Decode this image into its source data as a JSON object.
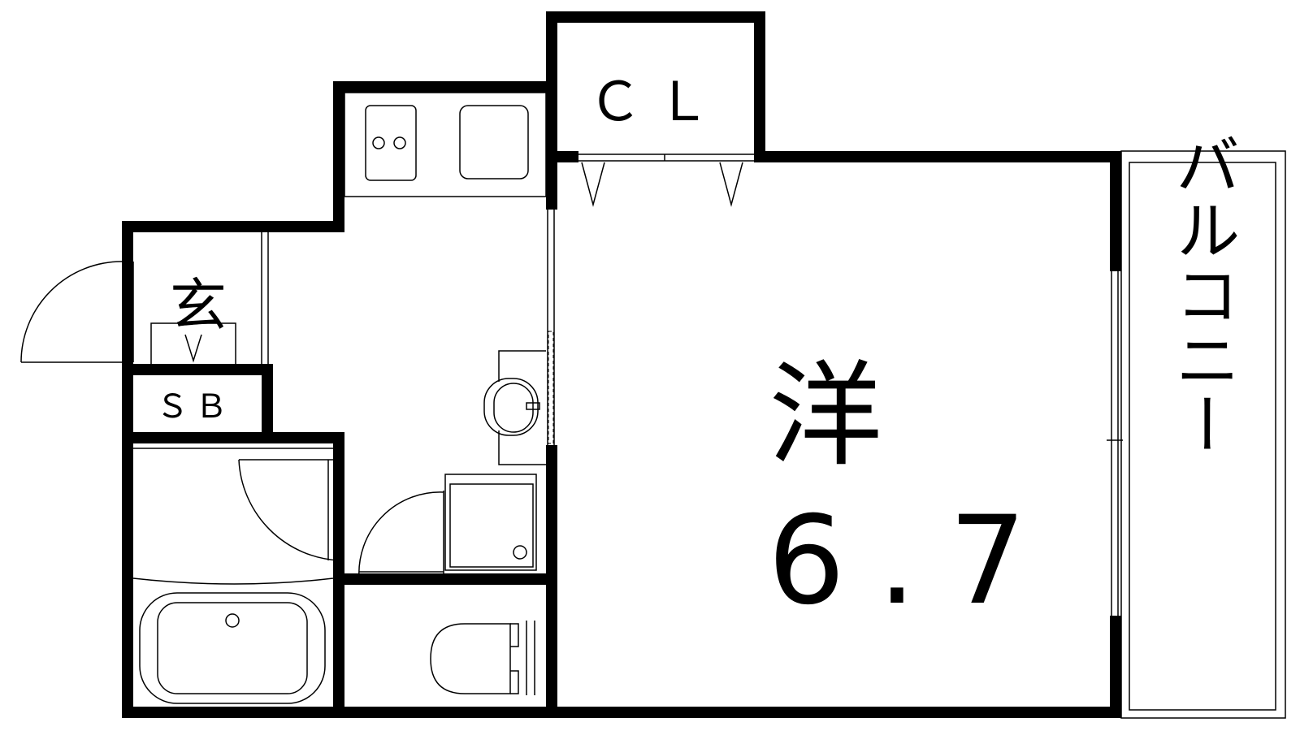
{
  "labels": {
    "closet": "ＣＬ",
    "entrance": "玄",
    "shoe_box": "ＳＢ",
    "western_room": "洋",
    "room_size": "6.7",
    "balcony": "バルコニー"
  }
}
